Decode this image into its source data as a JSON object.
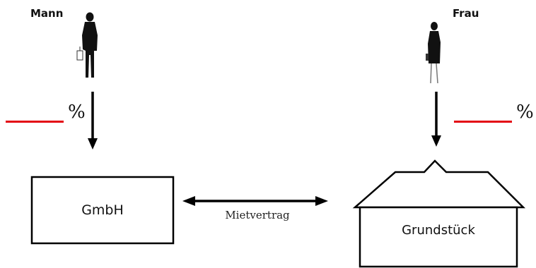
{
  "persons": {
    "man": {
      "label": "Mann",
      "share_symbol": "%"
    },
    "woman": {
      "label": "Frau",
      "share_symbol": "%"
    }
  },
  "entities": {
    "company": {
      "label": "GmbH"
    },
    "property": {
      "label": "Grundstück"
    }
  },
  "relation": {
    "label": "Mietvertrag"
  },
  "colors": {
    "blank_line": "#e30613",
    "stroke": "#000000"
  },
  "icons": [
    "man-silhouette-icon",
    "woman-silhouette-icon",
    "house-icon"
  ]
}
